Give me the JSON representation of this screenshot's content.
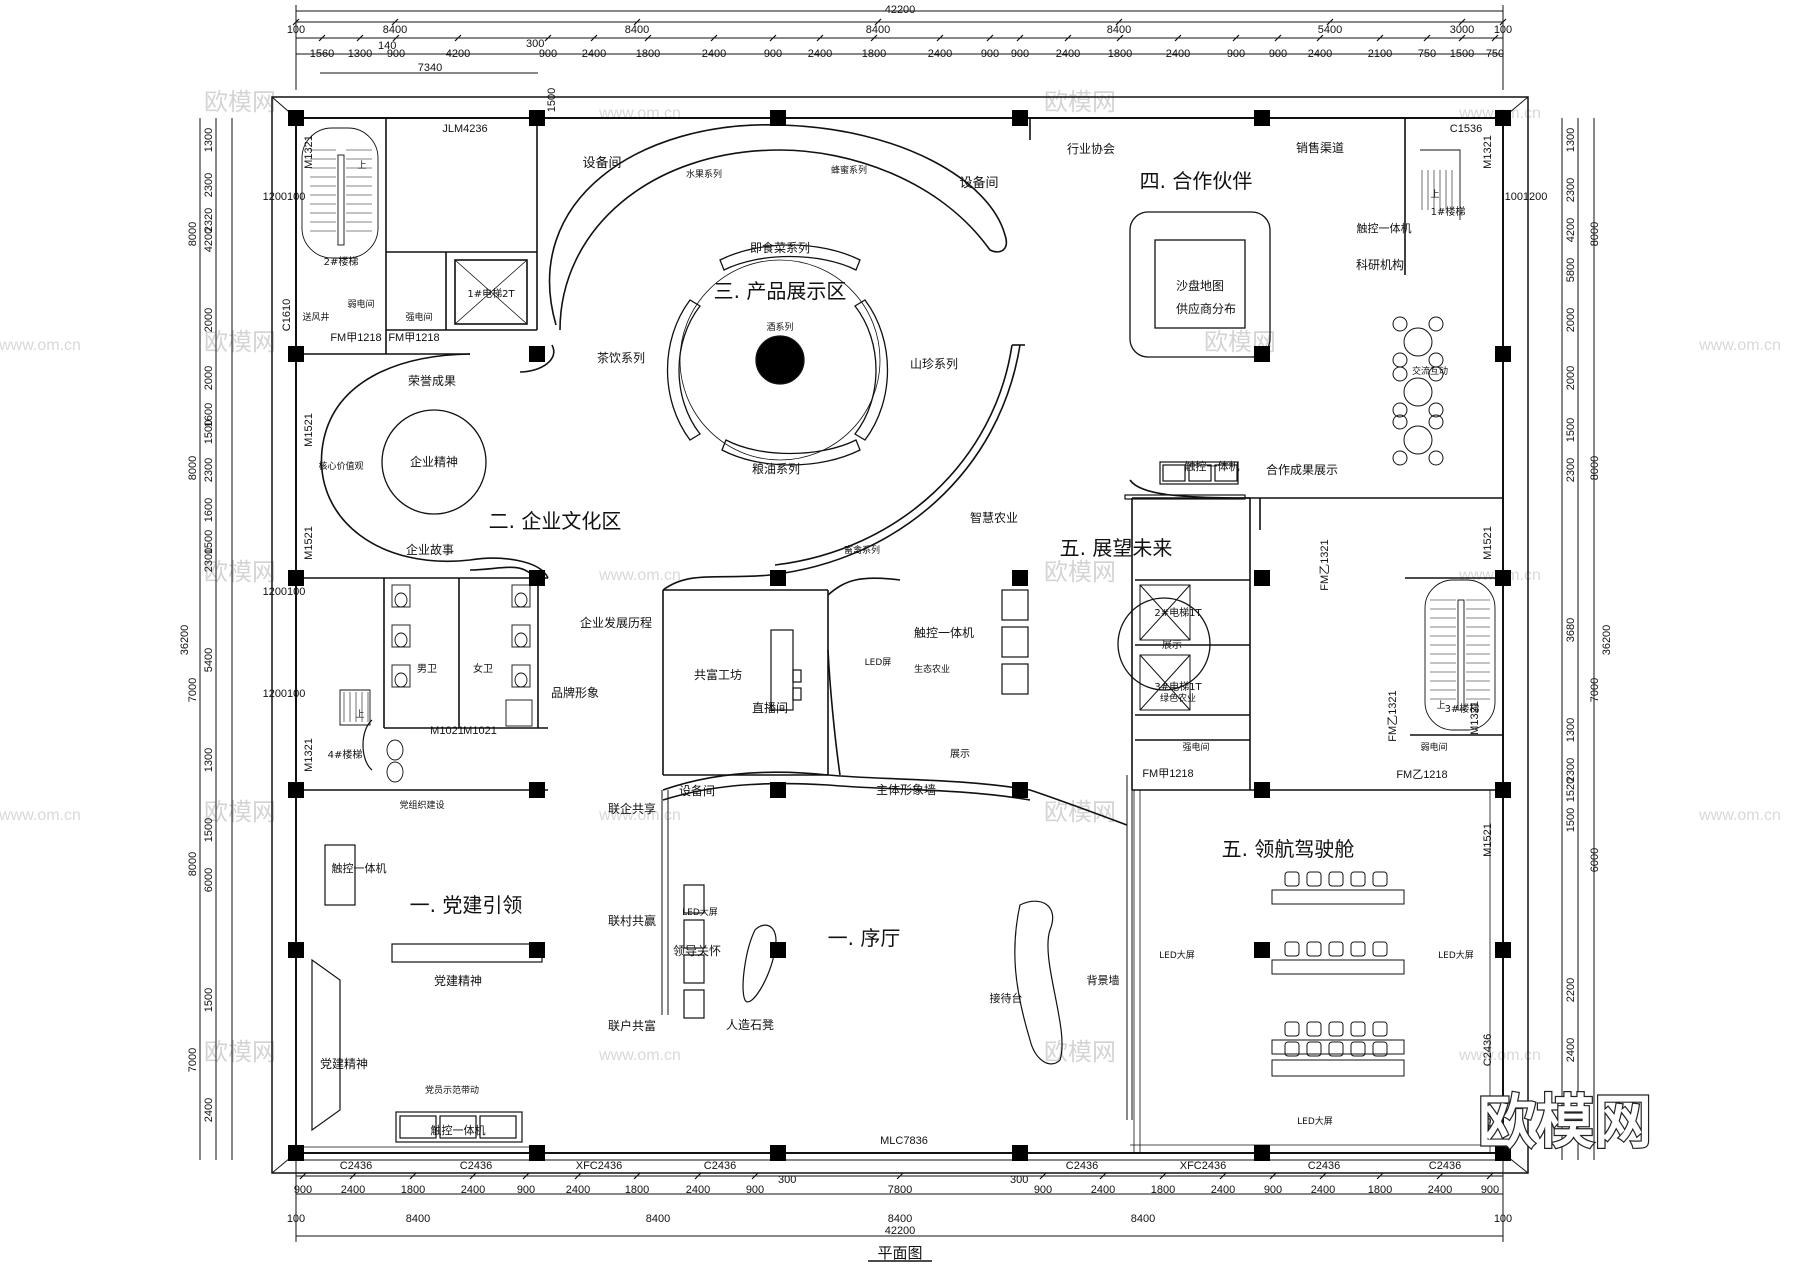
{
  "plan_title": "平面图",
  "watermark": {
    "brand": "欧模网",
    "site": "www.om.cn",
    "logo": "欧模网"
  },
  "overall_dims": {
    "top": "42200",
    "bottom": "42200",
    "left": "36200",
    "right": "36200"
  },
  "dims_top_row1": [
    "100",
    "8400",
    "8400",
    "8400",
    "8400",
    "5400",
    "3000",
    "100"
  ],
  "dims_top_row2": [
    "1560",
    "1300",
    "900",
    "4200",
    "900",
    "2400",
    "1800",
    "2400",
    "900",
    "2400",
    "1800",
    "2400",
    "900",
    "900",
    "2400",
    "1800",
    "2400",
    "900",
    "900",
    "2400",
    "2100",
    "750",
    "1500",
    "750"
  ],
  "dims_top_extra": [
    "140",
    "300",
    "7340"
  ],
  "dims_bottom_row1": [
    "900",
    "2400",
    "1800",
    "2400",
    "900",
    "2400",
    "1800",
    "2400",
    "900",
    "7800",
    "900",
    "2400",
    "1800",
    "2400",
    "900",
    "2400",
    "1800",
    "2400",
    "900"
  ],
  "dims_bottom_row2": [
    "100",
    "8400",
    "8400",
    "8400",
    "8400",
    "100"
  ],
  "dims_bottom_markers": [
    "300",
    "300"
  ],
  "dims_left_row1": [
    "8000",
    "8000",
    "7000",
    "8000",
    "7000"
  ],
  "dims_left_row2": [
    "1300",
    "2300",
    "2320",
    "4200",
    "2000",
    "2000",
    "1600",
    "1500",
    "2300",
    "1600",
    "1500",
    "2300",
    "5400",
    "1300",
    "1500",
    "6000",
    "1500",
    "2400"
  ],
  "dims_right_row1": [
    "8000",
    "8000",
    "7000",
    "6000"
  ],
  "dims_right_row2": [
    "1300",
    "2300",
    "4200",
    "5800",
    "2000",
    "2000",
    "1500",
    "2300",
    "3680",
    "1300",
    "2300",
    "1520",
    "1500",
    "2200",
    "2400"
  ],
  "window_labels": [
    "C2436",
    "C2436",
    "XFC2436",
    "C2436",
    "C2436",
    "XFC2436",
    "C2436",
    "C2436",
    "C2436",
    "C2436"
  ],
  "door_labels": [
    "M1321",
    "M1521",
    "M1521",
    "M1321",
    "M1521",
    "M1321",
    "M1321",
    "M1521",
    "M1021",
    "M1021",
    "FM甲1218",
    "FM甲1218",
    "FM甲1218",
    "FM乙1218",
    "FM乙1321",
    "FM乙1321",
    "JLM4236",
    "MLC7836",
    "C1536",
    "C1610",
    "1500",
    "1200100",
    "1200100",
    "1200100",
    "1001200"
  ],
  "zones": {
    "z1": "一. 党建引领",
    "z2": "二. 企业文化区",
    "z3": "三. 产品展示区",
    "z4": "四. 合作伙伴",
    "z5": "五. 展望未来",
    "z6": "五. 领航驾驶舱",
    "z7": "一. 序厅"
  },
  "labels": {
    "equip1": "设备间",
    "equip2": "设备间",
    "equip3": "设备间",
    "jishicai": "即食菜系列",
    "chayin": "茶饮系列",
    "shanzhen": "山珍系列",
    "liangyou": "粮油系列",
    "jiu": "酒系列",
    "shuiguo": "水果系列",
    "fengmi": "蜂蜜系列",
    "xuqin": "畜禽系列",
    "rongyu": "荣誉成果",
    "qiyejingshen": "企业精神",
    "hexin": "核心价值观",
    "qiyegushi": "企业故事",
    "stair1": "1#楼梯",
    "stair2": "2#楼梯",
    "stair3": "3#楼梯",
    "stair4": "4#楼梯",
    "elev1": "1#电梯2T",
    "elev2": "2#电梯1T",
    "elev3": "3#电梯1T",
    "songfeng": "送风井",
    "ruodian": "弱电间",
    "qiangdian": "强电间",
    "qiangdian2": "强电间",
    "ruodian2": "弱电间",
    "nanwei": "男卫",
    "nvwei": "女卫",
    "hangye": "行业协会",
    "xiaoshou": "销售渠道",
    "chukong1": "触控一体机",
    "keyan": "科研机构",
    "shapan": "沙盘地图",
    "gongying": "供应商分布",
    "jiaoliu": "交流互动",
    "chukong2": "触控一体机",
    "hezuo": "合作成果展示",
    "zhihui": "智慧农业",
    "chukong3": "触控一体机",
    "ledping": "LED屏",
    "shengtai": "生态农业",
    "zhanshi1": "展示",
    "zhanshi2": "展示",
    "lvse": "绿色农业",
    "fazhan": "企业发展历程",
    "pinpai": "品牌形象",
    "gongfu": "共富工坊",
    "zhibo": "直播间",
    "lianqi": "联企共享",
    "liancun": "联村共赢",
    "lianhu": "联户共富",
    "zhuti": "主体形象墙",
    "led1": "LED大屏",
    "lingdao": "领导关怀",
    "rengong": "人造石凳",
    "jiedai": "接待台",
    "beijing": "背景墙",
    "dangzu": "党组织建设",
    "chukong4": "触控一体机",
    "dangjian1": "党建精神",
    "dangjian2": "党建精神",
    "dangyuan": "党员示范带动",
    "chukong5": "触控一体机",
    "led2": "LED大屏",
    "led3": "LED大屏",
    "led4": "LED大屏",
    "up1": "上",
    "up2": "上",
    "up3": "上",
    "up4": "上"
  }
}
